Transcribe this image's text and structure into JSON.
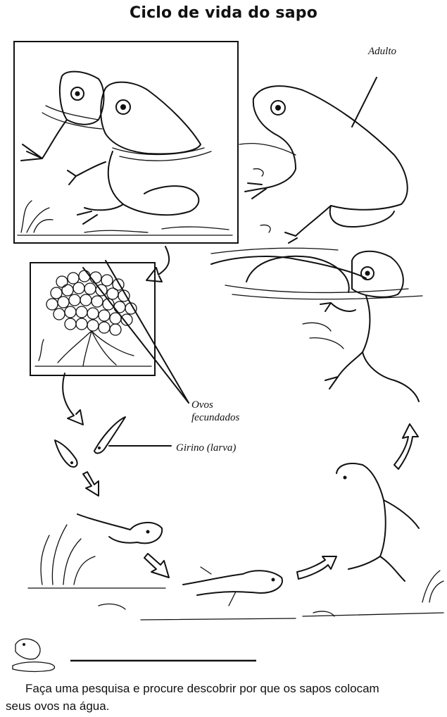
{
  "title": "Ciclo de vida do sapo",
  "labels": {
    "adult": "Adulto",
    "eggs_line1": "Ovos",
    "eggs_line2": "fecundados",
    "tadpole": "Girino (larva)"
  },
  "activity": {
    "question_line1": "Faça uma pesquisa e procure descobrir por que os sapos colocam",
    "question_line2": "seus ovos na água."
  }
}
